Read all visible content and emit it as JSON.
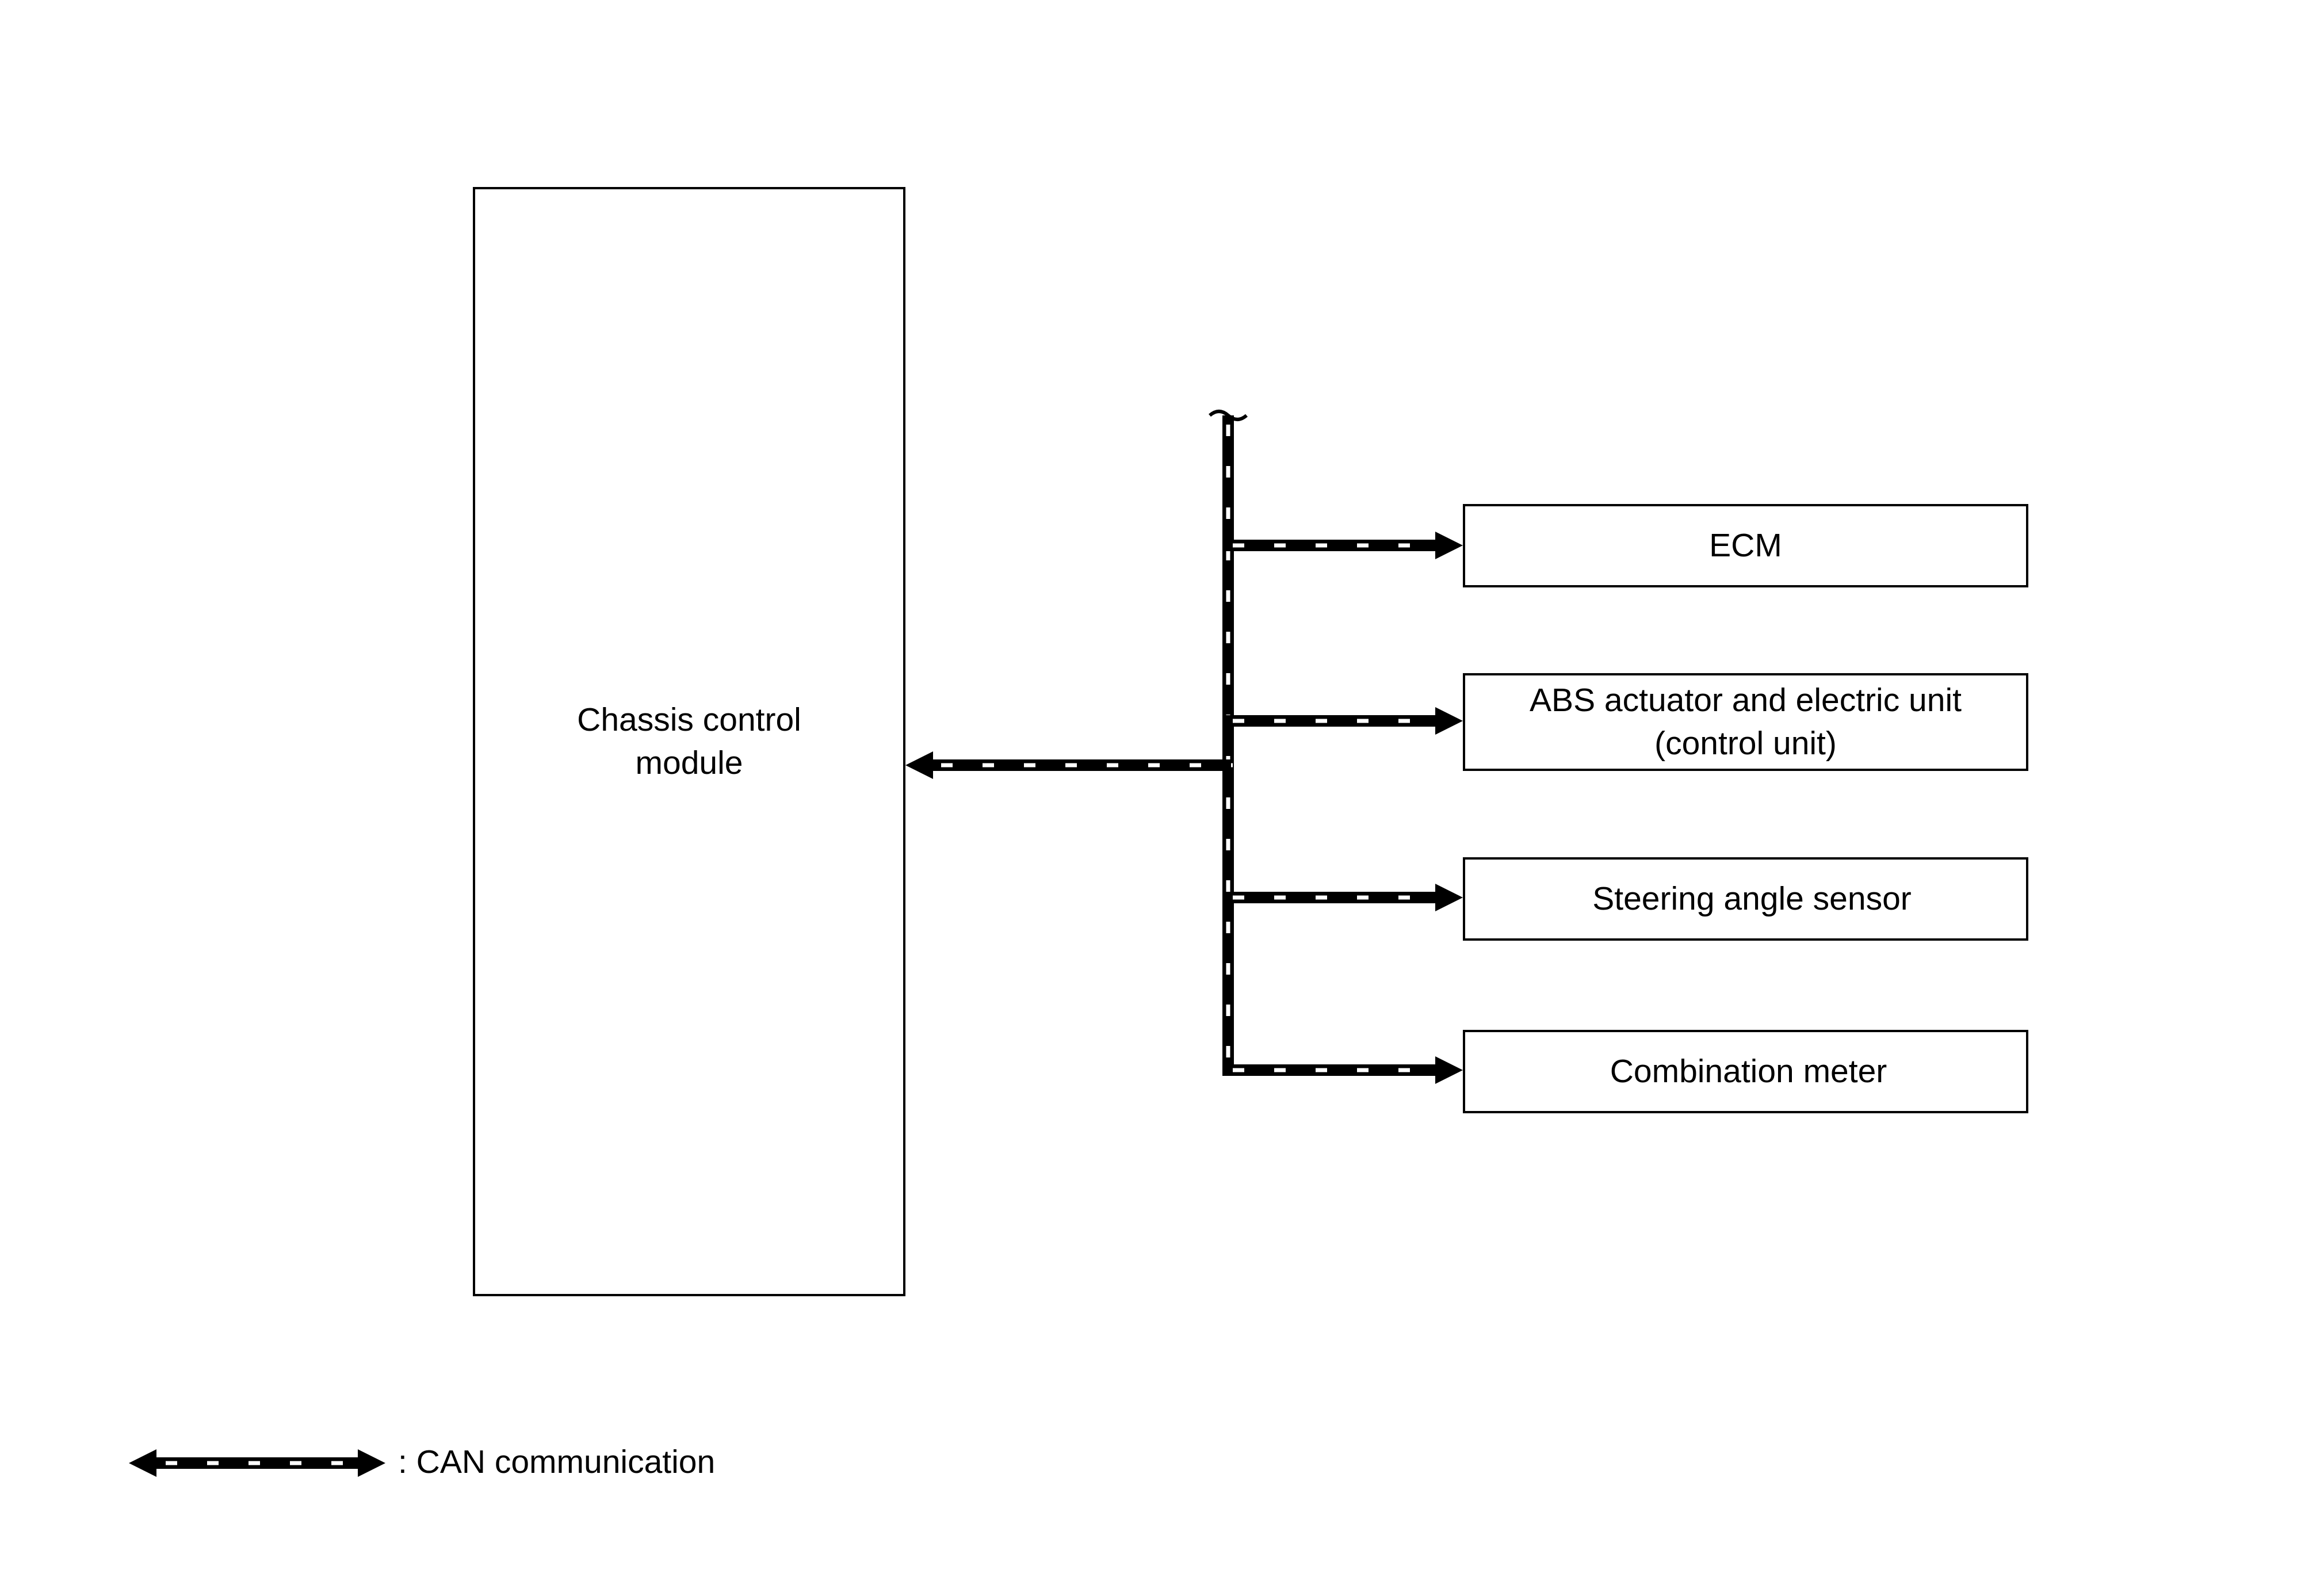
{
  "diagram": {
    "nodes": [
      {
        "id": "ccm",
        "label_lines": [
          "Chassis control",
          "module"
        ]
      },
      {
        "id": "ecm",
        "label_lines": [
          "ECM"
        ]
      },
      {
        "id": "abs",
        "label_lines": [
          "ABS actuator and electric unit",
          "(control unit)"
        ]
      },
      {
        "id": "steering",
        "label_lines": [
          "Steering angle sensor"
        ]
      },
      {
        "id": "meter",
        "label_lines": [
          "Combination meter"
        ]
      }
    ],
    "edges": [
      {
        "from": "bus",
        "to": "ccm",
        "type": "CAN communication"
      },
      {
        "from": "bus",
        "to": "ecm",
        "type": "CAN communication"
      },
      {
        "from": "bus",
        "to": "abs",
        "type": "CAN communication"
      },
      {
        "from": "bus",
        "to": "steering",
        "type": "CAN communication"
      },
      {
        "from": "bus",
        "to": "meter",
        "type": "CAN communication"
      }
    ],
    "legend": {
      "label": ": CAN communication"
    },
    "colors": {
      "line": "#000000",
      "dash": "#ffffff",
      "background": "#ffffff"
    }
  }
}
